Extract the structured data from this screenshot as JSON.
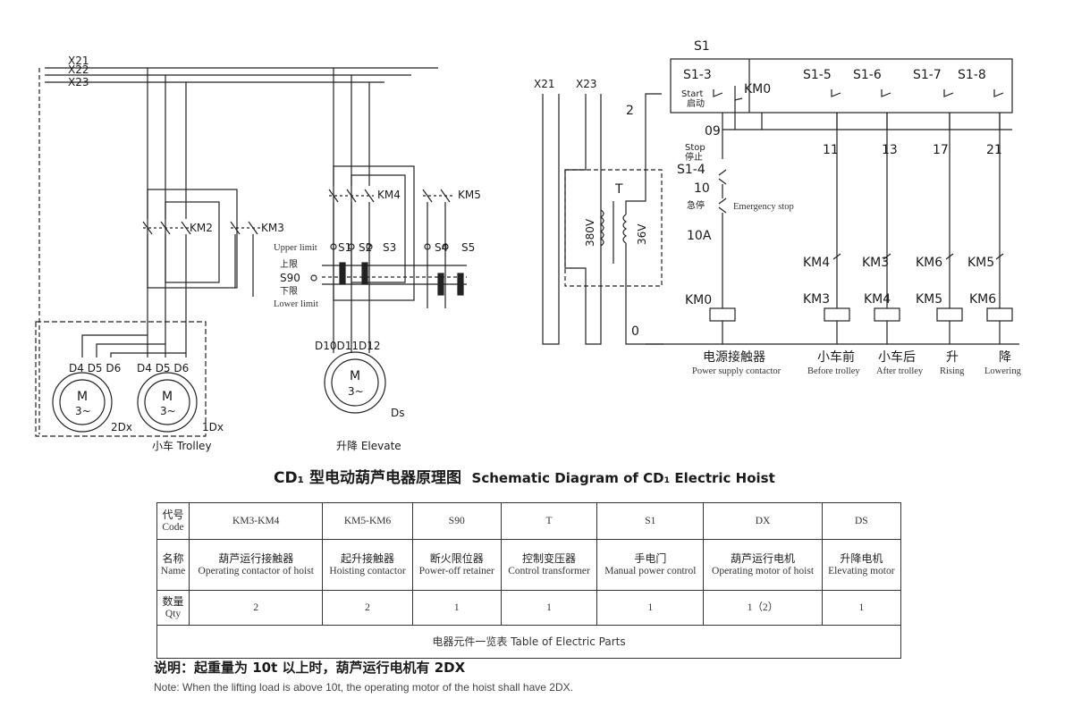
{
  "left": {
    "phases": [
      "X21",
      "X22",
      "X23"
    ],
    "km2": "KM2",
    "km3": "KM3",
    "km4": "KM4",
    "km5": "KM5",
    "s1": "S1",
    "s2": "S2",
    "s3": "S3",
    "s4": "S4",
    "s5": "S5",
    "upper_limit_en": "Upper limit",
    "upper_limit_cn": "上限",
    "s90": "S90",
    "lower_limit_cn": "下限",
    "lower_limit_en": "Lower limit",
    "motor_terms_a": "D4 D5 D6",
    "motor_terms_b": "D4 D5 D6",
    "hoist_terms": "D10D11D12",
    "motor_m": "M",
    "motor_phase": "3~",
    "motor_2dx": "2Dx",
    "motor_1dx": "1Dx",
    "motor_ds": "Ds",
    "trolley_caption": "小车 Trolley",
    "elevate_caption": "升降 Elevate"
  },
  "right": {
    "s1_top": "S1",
    "x21": "X21",
    "x23": "X23",
    "node_2": "2",
    "node_0": "0",
    "transformer": "T",
    "v380": "380V",
    "v36": "36V",
    "s1_3": "S1-3",
    "start_en": "Start",
    "start_cn": "启动",
    "km0_contact": "KM0",
    "node_09": "09",
    "stop_en": "Stop",
    "stop_cn": "停止",
    "s1_4": "S1-4",
    "node_10": "10",
    "estop_cn": "急停",
    "estop_en": "Emergency stop",
    "node_10a": "10A",
    "km0_coil": "KM0",
    "switches": [
      "S1-5",
      "S1-6",
      "S1-7",
      "S1-8"
    ],
    "nodes": [
      "11",
      "13",
      "17",
      "21"
    ],
    "interlocks": [
      "KM4",
      "KM3",
      "KM6",
      "KM5"
    ],
    "coils": [
      "KM3",
      "KM4",
      "KM5",
      "KM6"
    ],
    "captions_cn": [
      "电源接触器",
      "小车前",
      "小车后",
      "升",
      "降"
    ],
    "captions_en": [
      "Power supply contactor",
      "Before trolley",
      "After trolley",
      "Rising",
      "Lowering"
    ]
  },
  "title": {
    "cn": "CD₁ 型电动葫芦电器原理图",
    "en": "Schematic Diagram of CD₁ Electric Hoist"
  },
  "table": {
    "row_code": {
      "cn": "代号",
      "en": "Code",
      "cells": [
        "KM3-KM4",
        "KM5-KM6",
        "S90",
        "T",
        "S1",
        "DX",
        "DS"
      ]
    },
    "row_name": {
      "cn": "名称",
      "en": "Name",
      "cells": [
        {
          "cn": "葫芦运行接触器",
          "en": "Operating contactor of hoist"
        },
        {
          "cn": "起升接触器",
          "en": "Hoisting contactor"
        },
        {
          "cn": "断火限位器",
          "en": "Power-off retainer"
        },
        {
          "cn": "控制变压器",
          "en": "Control transformer"
        },
        {
          "cn": "手电门",
          "en": "Manual power control"
        },
        {
          "cn": "葫芦运行电机",
          "en": "Operating motor of hoist"
        },
        {
          "cn": "升降电机",
          "en": "Elevating motor"
        }
      ]
    },
    "row_qty": {
      "cn": "数量",
      "en": "Qty",
      "cells": [
        "2",
        "2",
        "1",
        "1",
        "1",
        "1（2）",
        "1"
      ]
    },
    "caption": "电器元件一览表  Table of Electric Parts"
  },
  "note": {
    "cn": "说明：起重量为 10t 以上时，葫芦运行电机有 2DX",
    "en": "Note: When the lifting load is above 10t, the operating motor of the hoist shall have 2DX."
  }
}
